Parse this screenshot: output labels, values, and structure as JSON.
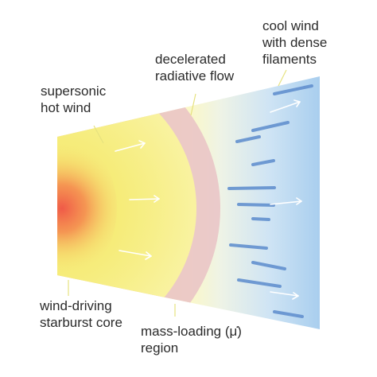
{
  "labels": {
    "cool_wind": [
      "cool wind",
      "with dense",
      "filaments"
    ],
    "decelerated": [
      "decelerated",
      "radiative flow"
    ],
    "supersonic": [
      "supersonic",
      "hot wind"
    ],
    "core": [
      "wind-driving",
      "starburst core"
    ],
    "mass_loading": [
      "mass-loading (μ̇)",
      "region"
    ]
  },
  "colors": {
    "core_glow": "#f0604a",
    "hot_wind": "#f7ef8a",
    "mass_loading_ring": "#e9c2c6",
    "cool_wind": "#a9d0f0",
    "filament": "#5f8fcf",
    "arrow": "#ffffff",
    "leader_line": "#e8e48a"
  },
  "icons": {
    "flow_arrow": "arrow-icon",
    "filament": "filament-icon"
  }
}
